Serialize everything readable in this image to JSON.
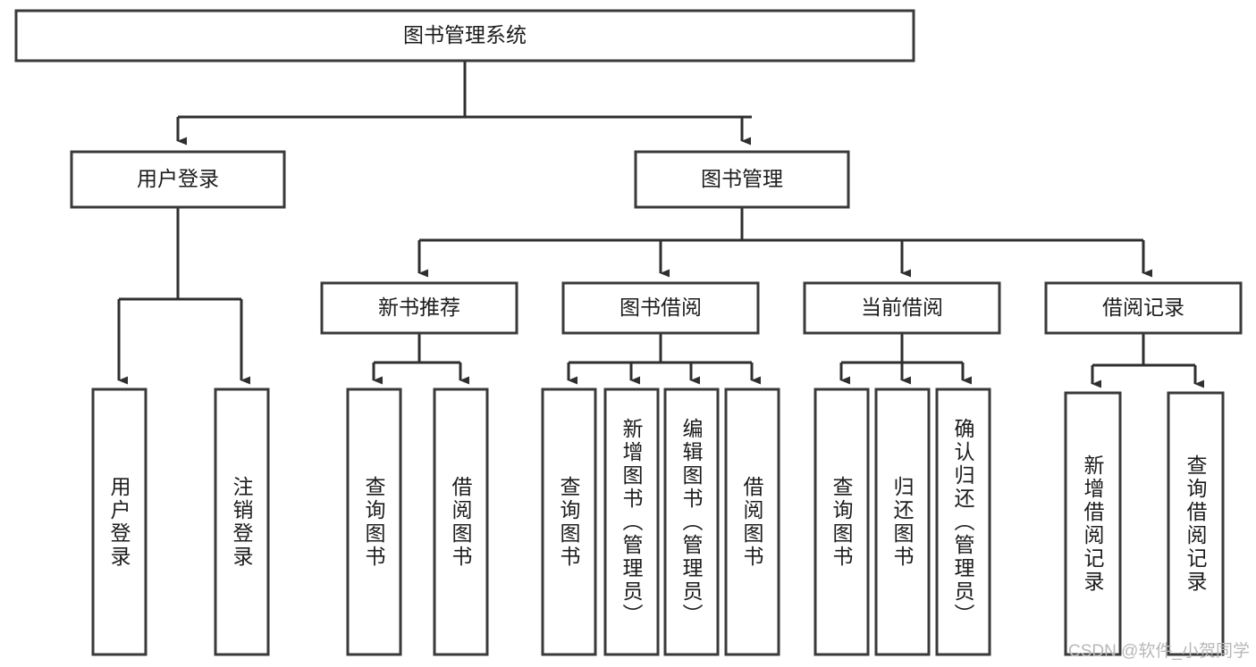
{
  "diagram": {
    "type": "tree",
    "title": "图书管理系统",
    "orientation": "top-down",
    "colors": {
      "box_fill": "#ffffff",
      "box_stroke": "#3a3a3a",
      "connector": "#2f2f2f",
      "text": "#1c1c1c",
      "watermark": "#b8b8b8",
      "background": "#ffffff"
    },
    "root": {
      "label": "图书管理系统"
    },
    "level2": [
      {
        "label": "用户登录"
      },
      {
        "label": "图书管理"
      }
    ],
    "level3": [
      {
        "label": "新书推荐"
      },
      {
        "label": "图书借阅"
      },
      {
        "label": "当前借阅"
      },
      {
        "label": "借阅记录"
      }
    ],
    "leaves": {
      "user_login": [
        {
          "label": "用户登录"
        },
        {
          "label": "注销登录"
        }
      ],
      "new_book": [
        {
          "label": "查询图书"
        },
        {
          "label": "借阅图书"
        }
      ],
      "book_borrow": [
        {
          "label": "查询图书"
        },
        {
          "label": "新增图书（管理员）"
        },
        {
          "label": "编辑图书（管理员）"
        },
        {
          "label": "借阅图书"
        }
      ],
      "current_borrow": [
        {
          "label": "查询图书"
        },
        {
          "label": "归还图书"
        },
        {
          "label": "确认归还（管理员）"
        }
      ],
      "borrow_record": [
        {
          "label": "新增借阅记录"
        },
        {
          "label": "查询借阅记录"
        }
      ]
    }
  },
  "watermark": {
    "text": "CSDN @软件_小贺同学"
  }
}
